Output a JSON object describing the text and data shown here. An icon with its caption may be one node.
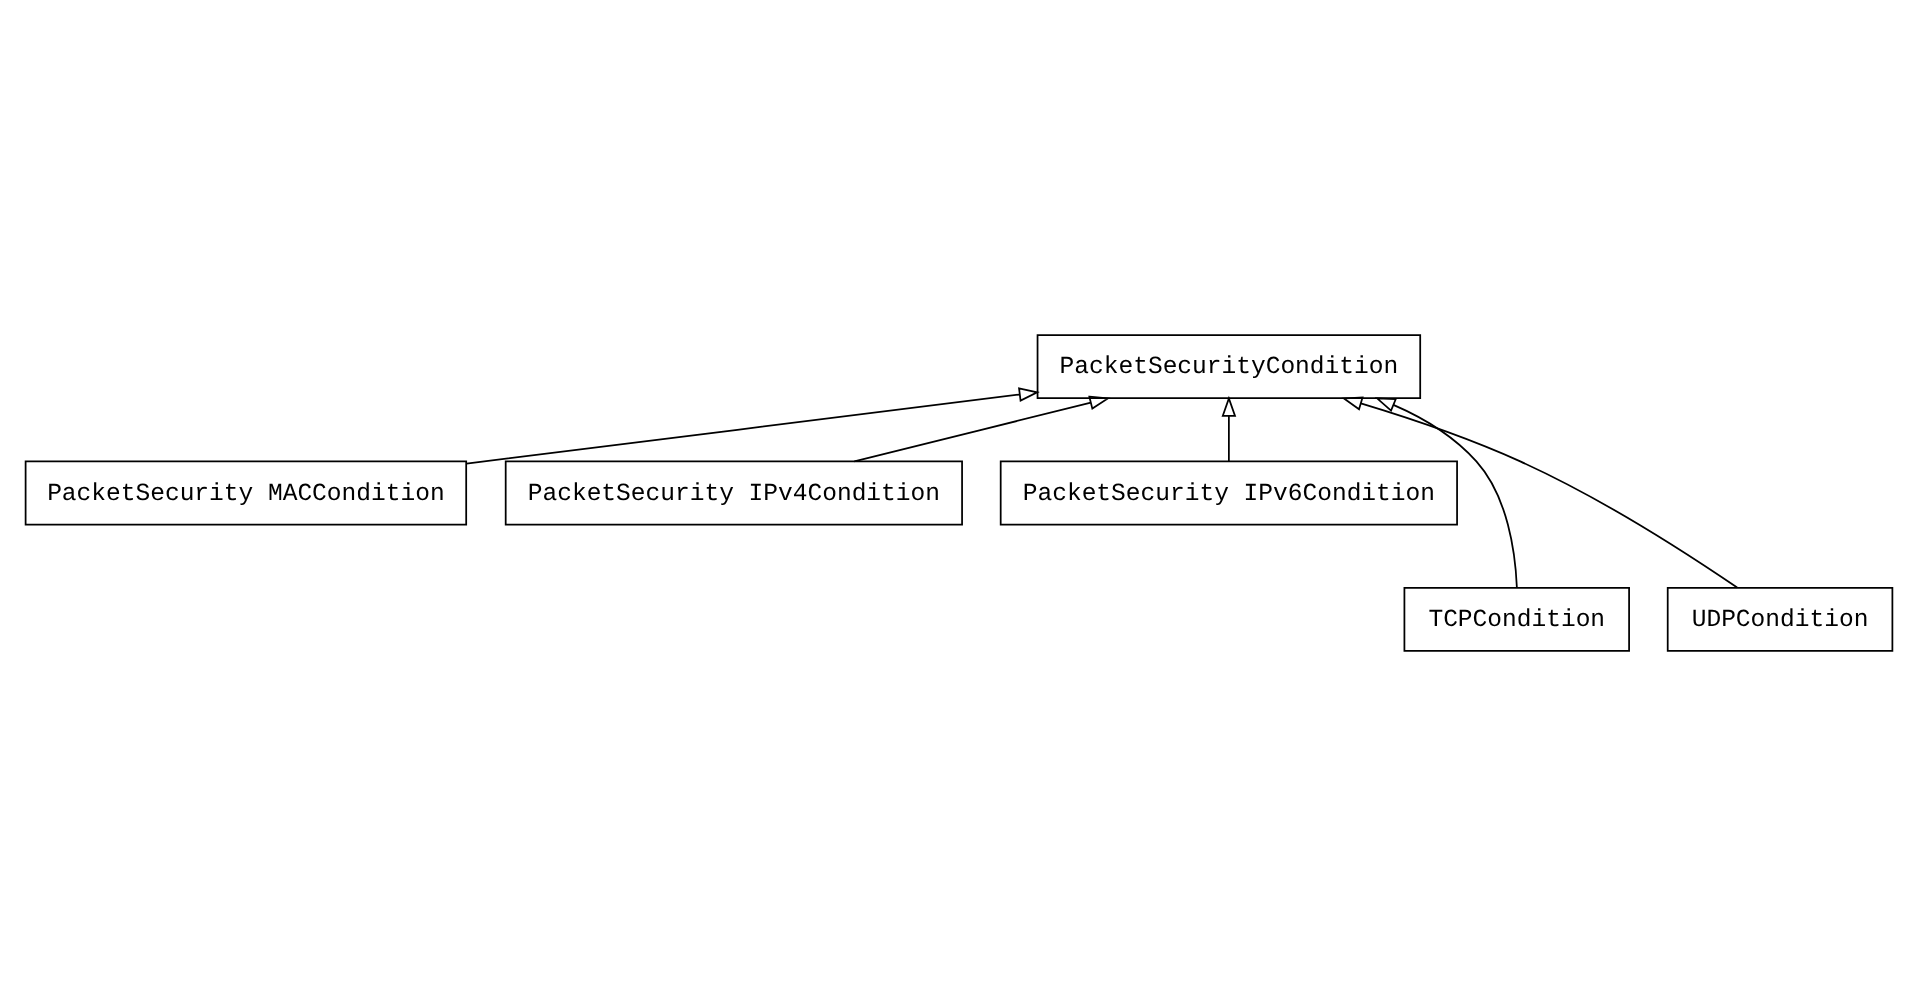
{
  "diagram": {
    "nodes": [
      {
        "text": [
          "PacketSecurityCondition"
        ]
      },
      {
        "text": [
          "PacketSecurity MACCondition"
        ]
      },
      {
        "text": [
          "PacketSecurity IPv4Condition"
        ]
      },
      {
        "text": [
          "PacketSecurity IPv6Condition"
        ]
      },
      {
        "text": [
          "TCPCondition"
        ]
      },
      {
        "text": [
          "UDPCondition"
        ]
      }
    ],
    "edges": [
      {
        "from": 1,
        "to": 0,
        "arrow": "to"
      },
      {
        "from": 4,
        "to": 0,
        "arrow": "to"
      },
      {
        "from": 2,
        "to": 0,
        "arrow": "to"
      },
      {
        "from": 5,
        "to": 0,
        "arrow": "to"
      },
      {
        "from": 3,
        "to": 0,
        "arrow": "to"
      }
    ]
  }
}
